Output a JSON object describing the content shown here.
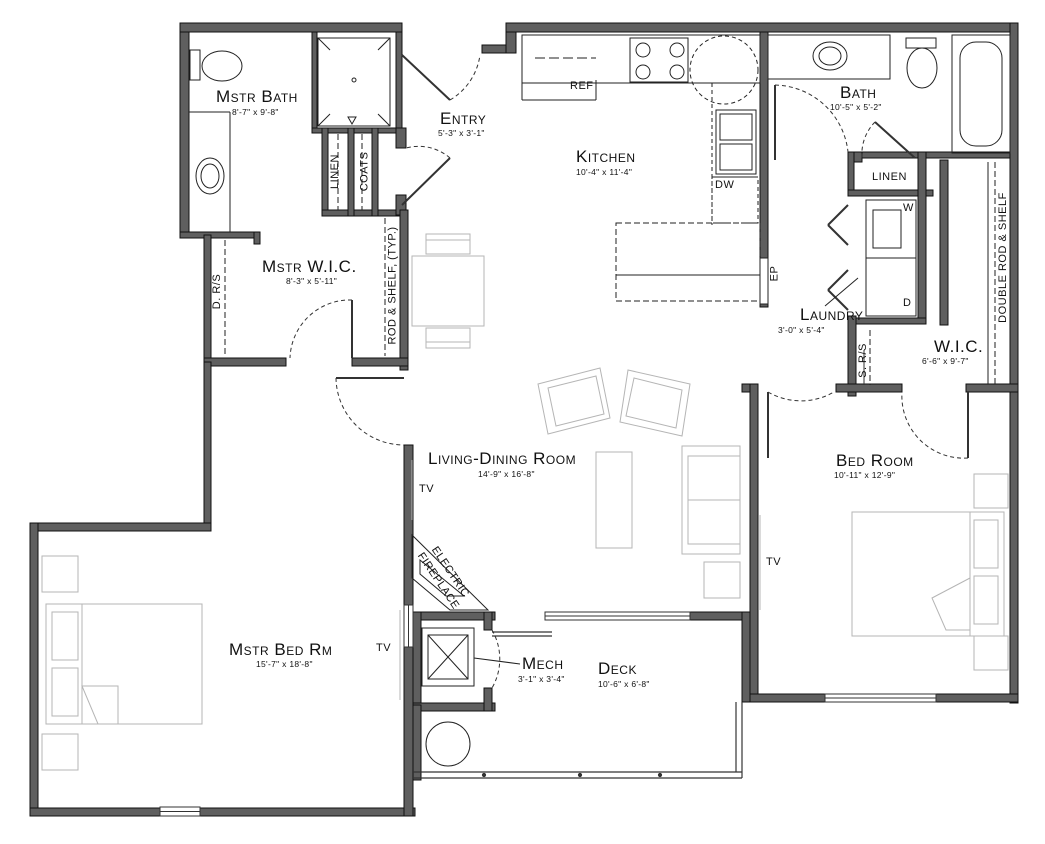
{
  "rooms": {
    "mstr_bath": {
      "name": "Mstr Bath",
      "dim": "8'-7\" x 9'-8\""
    },
    "entry": {
      "name": "Entry",
      "dim": "5'-3\" x 3'-1\""
    },
    "kitchen": {
      "name": "Kitchen",
      "dim": "10'-4\" x 11'-4\""
    },
    "bath": {
      "name": "Bath",
      "dim": "10'-5\" x 5'-2\""
    },
    "mstr_wic": {
      "name": "Mstr W.I.C.",
      "dim": "8'-3\" x 5'-11\""
    },
    "laundry": {
      "name": "Laundry",
      "dim": "3'-0\" x 5'-4\""
    },
    "wic": {
      "name": "W.I.C.",
      "dim": "6'-6\" x 9'-7\""
    },
    "living_dining": {
      "name": "Living-Dining Room",
      "dim": "14'-9\" x 16'-8\""
    },
    "bed_room": {
      "name": "Bed Room",
      "dim": "10'-11\" x 12'-9\""
    },
    "mstr_bed": {
      "name": "Mstr Bed Rm",
      "dim": "15'-7\" x 18'-8\""
    },
    "mech": {
      "name": "Mech",
      "dim": "3'-1\" x 3'-4\""
    },
    "deck": {
      "name": "Deck",
      "dim": "10'-6\" x 6'-8\""
    }
  },
  "labels": {
    "ref": "REF",
    "dw": "DW",
    "ep": "EP",
    "linen_hall": "LINEN",
    "coats": "COATS",
    "linen_bath": "LINEN",
    "rod_shelf": "ROD & SHELF, (TYP.)",
    "d_rs": "D. R/S",
    "s_rs": "S. R/S",
    "double_rod": "DOUBLE ROD & SHELF",
    "washer": "W",
    "dryer": "D",
    "tv_living": "TV",
    "tv_bed": "TV",
    "tv_mstr": "TV",
    "fireplace_1": "ELECTRIC",
    "fireplace_2": "FIREPLACE"
  },
  "colors": {
    "wall_fill": "#5f5f5f",
    "wall_stroke": "#111111",
    "fixture": "#222222",
    "furniture": "#b5b5b5"
  }
}
